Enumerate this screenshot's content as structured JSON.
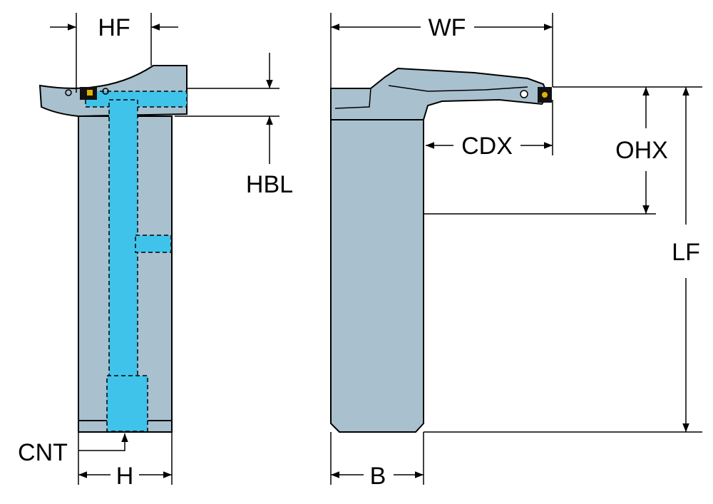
{
  "labels": {
    "hf": "HF",
    "hbl": "HBL",
    "cnt": "CNT",
    "h": "H",
    "wf": "WF",
    "cdx": "CDX",
    "ohx": "OHX",
    "lf": "LF",
    "b": "B"
  },
  "colors": {
    "body": "#a9c0ce",
    "body_dark": "#8fa8b8",
    "coolant": "#3fc3ea",
    "insert": "#111111",
    "insert_accent": "#e3b100",
    "line": "#000000"
  }
}
